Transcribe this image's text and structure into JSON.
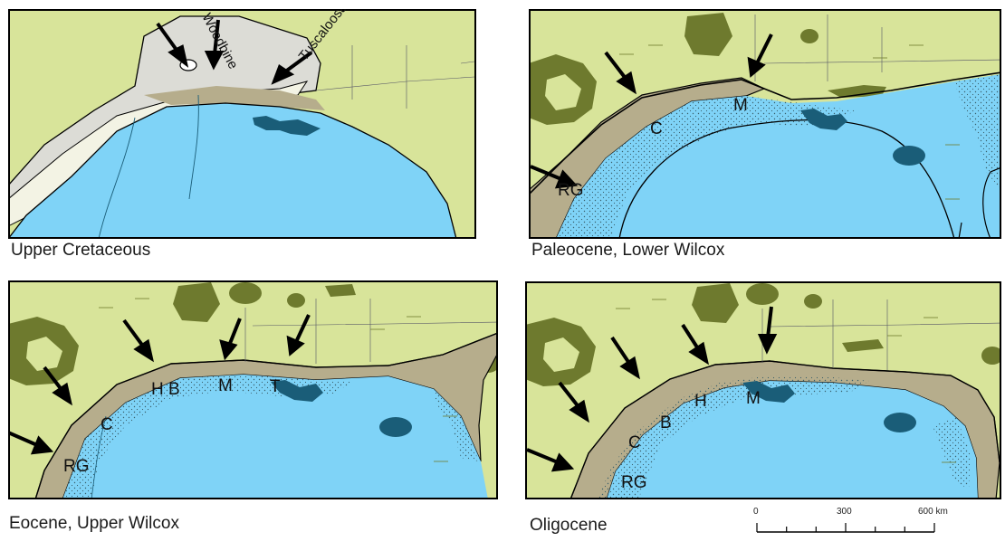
{
  "colors": {
    "land": "#d8e49a",
    "sea": "#7fd3f7",
    "shelf_stipple": "#3a5f6a",
    "delta": "#1a5d78",
    "upland": "#6e7a2e",
    "coastal_plain": "#b6ad8c",
    "cretaceous_outer": "#dcdcd6",
    "cretaceous_inner": "#f3f3e4",
    "border": "#000000",
    "scale": "#000000"
  },
  "panels": [
    {
      "caption": "Upper Cretaceous",
      "labels": {
        "woodbine": "Woodbine",
        "tuscaloosa": "Tuscaloosa"
      }
    },
    {
      "caption": "Paleocene, Lower Wilcox",
      "labels": {
        "c": "C",
        "m": "M",
        "rg": "RG"
      }
    },
    {
      "caption": "Eocene, Upper Wilcox",
      "labels": {
        "hb": "H B",
        "m": "M",
        "t": "T",
        "c": "C",
        "rg": "RG"
      }
    },
    {
      "caption": "Oligocene",
      "labels": {
        "h": "H",
        "m": "M",
        "b": "B",
        "c": "C",
        "rg": "RG"
      }
    }
  ],
  "scale_bar": {
    "ticks": [
      "0",
      "300",
      "600 km"
    ]
  }
}
